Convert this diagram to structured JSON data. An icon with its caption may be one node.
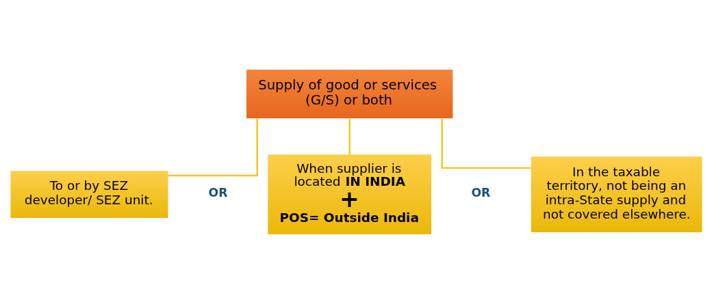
{
  "diagram": {
    "nodes": [
      {
        "text": [
          "Supply of good or services (G/S) or both"
        ]
      },
      {
        "text": [
          "To or by SEZ developer/ SEZ unit."
        ]
      },
      {
        "text": [
          "When supplier is located **IN INDIA**",
          "+",
          "POS= Outside India"
        ]
      },
      {
        "text": [
          "In the taxable territory, not being an intra-State supply and not covered elsewhere."
        ]
      }
    ],
    "edges": [
      {
        "from": 0,
        "to": 1,
        "arrow": "none"
      },
      {
        "from": 0,
        "to": 2,
        "arrow": "none"
      },
      {
        "from": 0,
        "to": 3,
        "arrow": "none"
      }
    ],
    "labels": [
      "OR",
      "OR"
    ]
  }
}
